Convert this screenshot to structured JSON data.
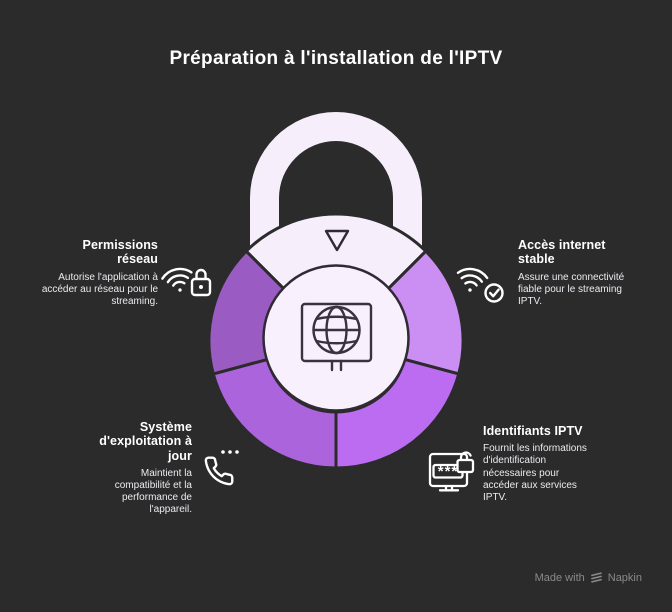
{
  "title": "Préparation à l'installation de l'IPTV",
  "items": [
    {
      "heading": "Permissions réseau",
      "description": "Autorise l'application à accéder au réseau pour le streaming.",
      "icon": "wifi-lock"
    },
    {
      "heading": "Accès internet stable",
      "description": "Assure une connectivité fiable pour le streaming IPTV.",
      "icon": "wifi-check"
    },
    {
      "heading": "Système d'exploitation à jour",
      "description": "Maintient la compatibilité et la performance de l'appareil.",
      "icon": "phone-call"
    },
    {
      "heading": "Identifiants IPTV",
      "description": "Fournit les informations d'identification nécessaires pour accéder aux services IPTV.",
      "icon": "monitor-password"
    }
  ],
  "diagram": {
    "shape": "padlock",
    "center_icon": "monitor-globe",
    "password_mask": "***",
    "sector_colors": {
      "top": "#f6eefb",
      "left": "#9a5cc2",
      "right": "#cb8ef2",
      "bottom_left": "#ab64dc",
      "bottom_right": "#bb6cf0"
    }
  },
  "footer": {
    "made_with": "Made with",
    "brand": "Napkin"
  },
  "colors": {
    "background": "#2b2b2b",
    "title_text": "#ffffff",
    "description_text": "#edeaf0",
    "footer_text": "#8a8a8a",
    "lock_light": "#f6eefb",
    "inner_circle": "#f8f1fd",
    "outline_dark": "#2b2b2b",
    "icon_stroke_dark": "#3a323f",
    "icon_stroke_light": "#ffffff"
  }
}
